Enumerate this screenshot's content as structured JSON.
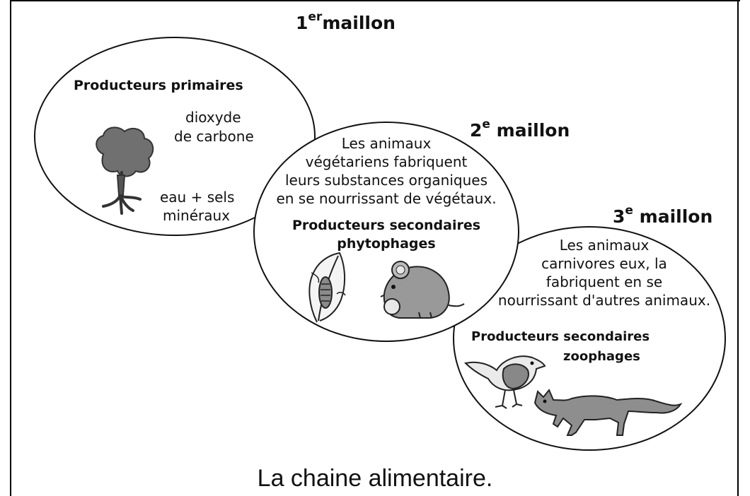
{
  "diagram": {
    "caption": "La chaine alimentaire.",
    "links": [
      {
        "number": "1",
        "suffix": "er",
        "word": "maillon",
        "title": "Producteurs primaires",
        "labels": [
          "dioxyde",
          "de carbone",
          "eau + sels",
          "minéraux"
        ],
        "icons": [
          "tree-icon"
        ]
      },
      {
        "number": "2",
        "suffix": "e",
        "word": "maillon",
        "description": [
          "Les animaux",
          "végétariens fabriquent",
          "leurs substances organiques",
          "en se nourrissant de végétaux."
        ],
        "title": [
          "Producteurs secondaires",
          "phytophages"
        ],
        "icons": [
          "leaf-icon",
          "mouse-icon"
        ]
      },
      {
        "number": "3",
        "suffix": "e",
        "word": "maillon",
        "description": [
          "Les animaux",
          "carnivores eux, la",
          "fabriquent en se",
          "nourrissant d'autres animaux."
        ],
        "title": [
          "Producteurs secondaires",
          "zoophages"
        ],
        "icons": [
          "bird-icon",
          "fox-icon"
        ]
      }
    ]
  }
}
